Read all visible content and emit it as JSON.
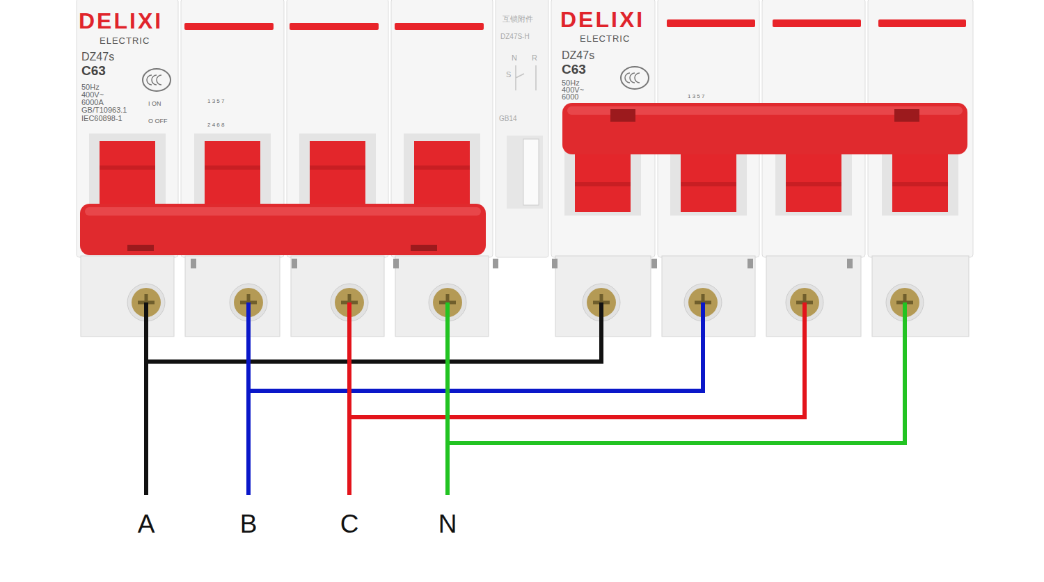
{
  "diagram": {
    "nodes": [
      {
        "text": [
          "DELIXI",
          "ELECTRIC",
          "DZ47s",
          "C63",
          "50Hz",
          "400V~",
          "6000A",
          "GB/T10963.1",
          "IEC60898-1",
          "I ON",
          "O OFF",
          "1 3 5 7",
          "2 4 6 8"
        ]
      },
      {
        "text": [
          "互锁附件",
          "DZ47S-H",
          "N",
          "R",
          "S",
          "GB14"
        ]
      },
      {
        "text": [
          "DELIXI",
          "ELECTRIC",
          "DZ47s",
          "C63",
          "50Hz",
          "400V~",
          "6000",
          "1 3 5 7"
        ]
      }
    ],
    "edges": [
      {
        "from": 0,
        "to": 2,
        "arrow": "none"
      },
      {
        "from": 0,
        "to": 2,
        "arrow": "none"
      },
      {
        "from": 0,
        "to": 2,
        "arrow": "none"
      },
      {
        "from": 0,
        "to": 2,
        "arrow": "none"
      }
    ],
    "labels": [
      "A",
      "B",
      "C",
      "N"
    ]
  }
}
